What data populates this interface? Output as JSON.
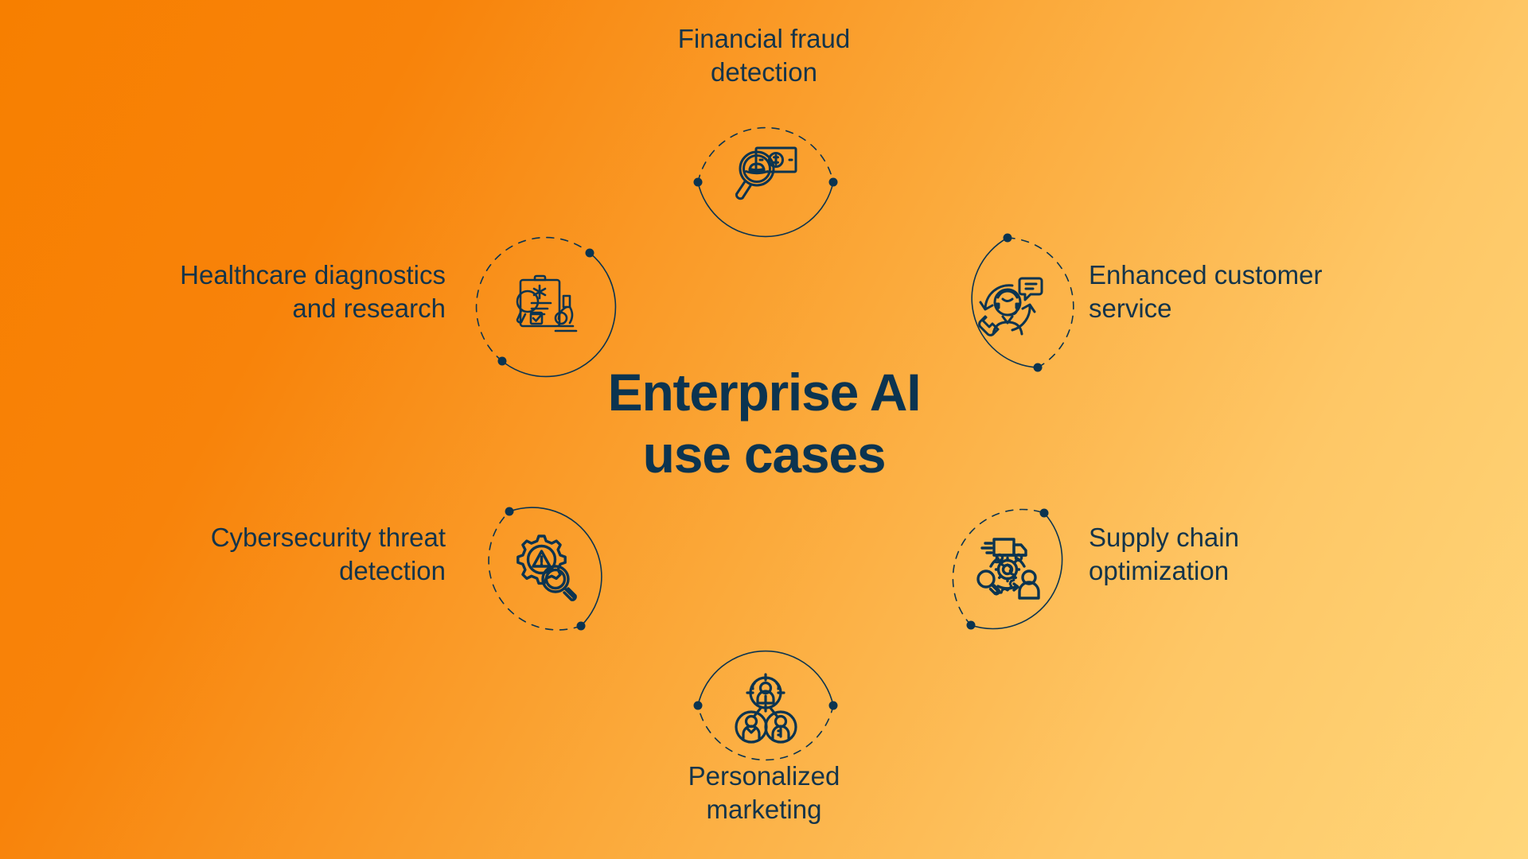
{
  "colors": {
    "gradient_start": "#F77F00",
    "gradient_end": "#FFD67A",
    "ink": "#0B3450",
    "label_ink": "#13344B"
  },
  "title": {
    "text": "Enterprise AI\nuse cases"
  },
  "nodes": [
    {
      "id": "fraud",
      "label": "Financial fraud\ndetection",
      "icon": "magnifier-fedora-banknote-icon",
      "position": "top"
    },
    {
      "id": "customer",
      "label": "Enhanced customer\nservice",
      "icon": "headset-agent-chat-icon",
      "position": "right-upper"
    },
    {
      "id": "supply",
      "label": "Supply chain\noptimization",
      "icon": "truck-gear-person-icon",
      "position": "right-lower"
    },
    {
      "id": "marketing",
      "label": "Personalized\nmarketing",
      "icon": "target-audience-people-icon",
      "position": "bottom"
    },
    {
      "id": "cyber",
      "label": "Cybersecurity threat\ndetection",
      "icon": "gear-warning-magnifier-icon",
      "position": "left-lower"
    },
    {
      "id": "healthcare",
      "label": "Healthcare diagnostics\nand research",
      "icon": "clipboard-microscope-magnifier-icon",
      "position": "left-upper"
    }
  ]
}
